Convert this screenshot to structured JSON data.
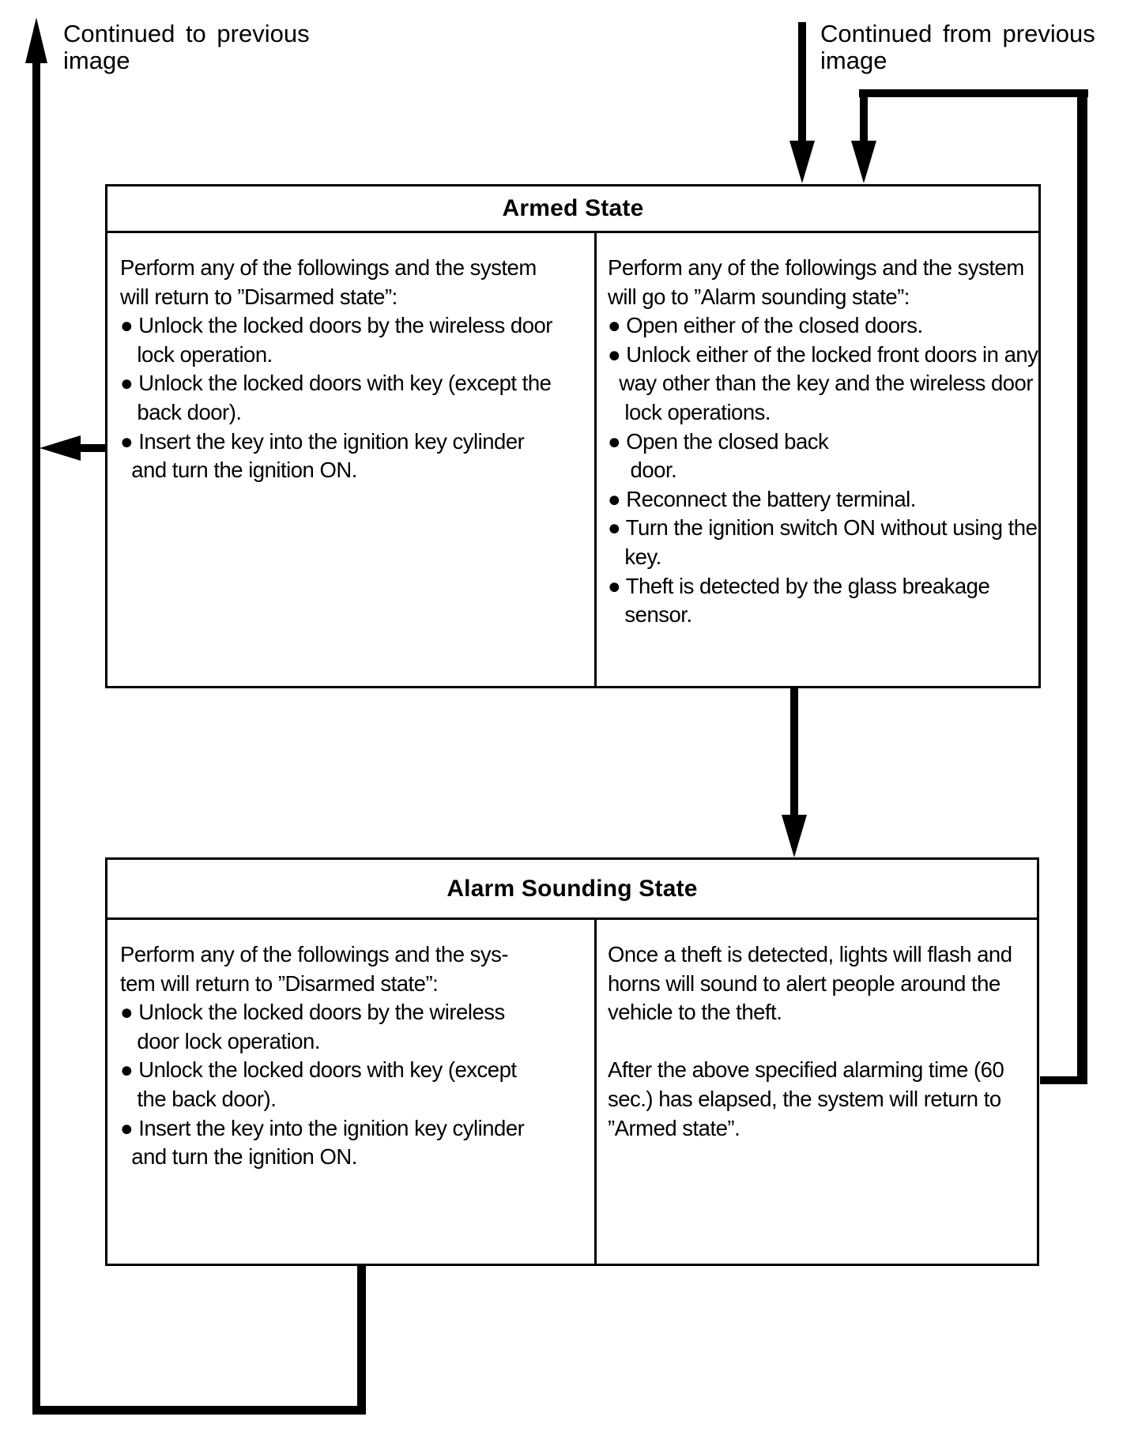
{
  "colors": {
    "ink": "#000000",
    "paper": "#ffffff"
  },
  "labels": {
    "continued_to_previous": "Continued to previous\nimage",
    "continued_from_previous": "Continued from previous\nimage"
  },
  "armed_state": {
    "title": "Armed State",
    "left_column": "Perform any of the followings and the system\nwill return to ”Disarmed state”:\n● Unlock the locked doors by the wireless door\n   lock operation.\n● Unlock the locked doors with key (except the\n   back door).\n● Insert the key into the ignition key cylinder\n  and turn the ignition ON.",
    "right_column": "Perform any of the followings and the system\nwill go to ”Alarm sounding state”:\n● Open either of the closed doors.\n● Unlock either of the locked front doors in any\n  way other than the key and the wireless door\n   lock operations.\n● Open the closed back\n    door.\n● Reconnect the battery terminal.\n● Turn the ignition switch ON without using the\n   key.\n● Theft is detected by the glass breakage\n   sensor."
  },
  "alarm_sounding_state": {
    "title": "Alarm Sounding State",
    "left_column": "Perform any of the followings and the sys-\ntem will return to ”Disarmed state”:\n● Unlock the locked doors by the wireless\n   door lock operation.\n● Unlock the locked doors with key (except\n   the back door).\n● Insert the key into the ignition key cylinder\n  and turn the ignition ON.",
    "right_column": "Once a theft is detected, lights will flash and\nhorns will sound to alert people around the\nvehicle to the theft.\n\nAfter the above specified alarming time (60\nsec.) has elapsed, the system will return to\n”Armed state”."
  }
}
